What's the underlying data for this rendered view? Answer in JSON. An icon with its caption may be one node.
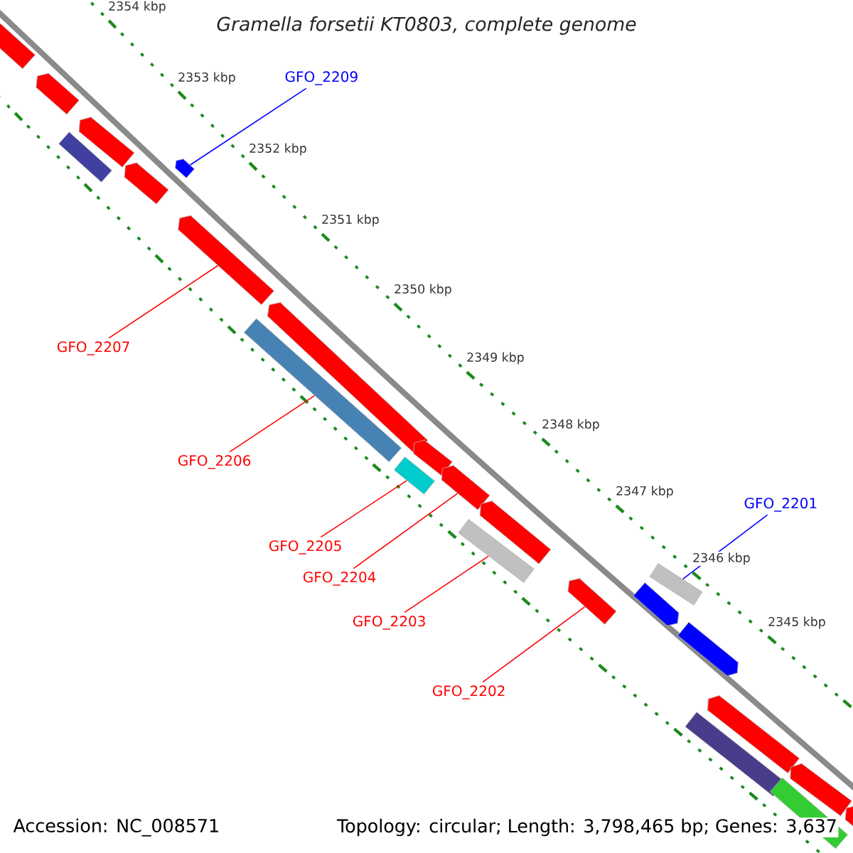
{
  "diagram": {
    "title": "Gramella forsetii KT0803, complete genome",
    "nodes": [
      {
        "text": [
          "GFO_2209"
        ]
      },
      {
        "text": [
          "GFO_2207"
        ]
      },
      {
        "text": [
          "GFO_2206"
        ]
      },
      {
        "text": [
          "GFO_2205"
        ]
      },
      {
        "text": [
          "GFO_2204"
        ]
      },
      {
        "text": [
          "GFO_2203"
        ]
      },
      {
        "text": [
          "GFO_2202"
        ]
      },
      {
        "text": [
          "GFO_2201"
        ]
      },
      {
        "text": [],
        "shape": "pentagon"
      },
      {
        "text": [],
        "shape": "pentagon"
      },
      {
        "text": [],
        "shape": "bar"
      },
      {
        "text": [],
        "shape": "pentagon"
      },
      {
        "text": [],
        "shape": "pentagon"
      },
      {
        "text": [],
        "shape": "pentagon"
      },
      {
        "text": [],
        "shape": "pentagon"
      },
      {
        "text": [],
        "shape": "pentagon"
      },
      {
        "text": [],
        "shape": "bar"
      },
      {
        "text": [],
        "shape": "bar"
      },
      {
        "text": [],
        "shape": "pentagon"
      },
      {
        "text": [],
        "shape": "pentagon"
      },
      {
        "text": [],
        "shape": "pentagon"
      },
      {
        "text": [],
        "shape": "bar"
      },
      {
        "text": [],
        "shape": "pentagon"
      },
      {
        "text": [],
        "shape": "bar"
      },
      {
        "text": [],
        "shape": "pentagon"
      },
      {
        "text": [],
        "shape": "pentagon"
      },
      {
        "text": [],
        "shape": "pentagon"
      },
      {
        "text": [],
        "shape": "bar"
      },
      {
        "text": [],
        "shape": "pentagon"
      },
      {
        "text": [],
        "shape": "bar"
      },
      {
        "text": [],
        "shape": "pentagon"
      }
    ],
    "edges": [
      {
        "from": 0,
        "to": 13,
        "arrow": "none",
        "color": "#0000ff"
      },
      {
        "from": 1,
        "to": 14,
        "arrow": "none"
      },
      {
        "from": 2,
        "to": 16,
        "arrow": "none"
      },
      {
        "from": 3,
        "to": 17,
        "arrow": "none"
      },
      {
        "from": 4,
        "to": 19,
        "arrow": "none"
      },
      {
        "from": 5,
        "to": 21,
        "arrow": "none"
      },
      {
        "from": 6,
        "to": 22,
        "arrow": "none"
      },
      {
        "from": 7,
        "to": 23,
        "arrow": "none",
        "color": "#0000ff"
      }
    ],
    "labels": [
      "2354 kbp",
      "2353 kbp",
      "2352 kbp",
      "2351 kbp",
      "2350 kbp",
      "2349 kbp",
      "2348 kbp",
      "2347 kbp",
      "2346 kbp",
      "2345 kbp",
      "Accession: NC_008571",
      "Topology: circular; Length: 3,798,465 bp; Genes: 3,637"
    ]
  }
}
